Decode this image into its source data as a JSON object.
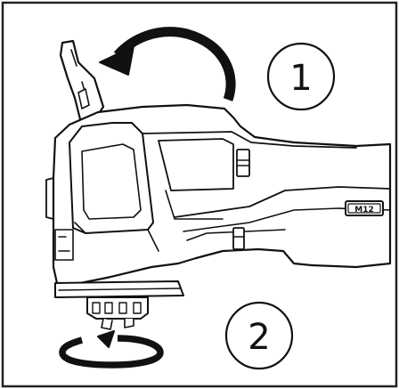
{
  "steps": [
    {
      "number": "1",
      "action": "rotate-lever-up"
    },
    {
      "number": "2",
      "action": "rotate-collar"
    }
  ],
  "tool": {
    "badge": "M12"
  },
  "colors": {
    "stroke": "#111111",
    "fill": "#ffffff",
    "frame": "#222222"
  },
  "icons": [
    "curved-arrow-icon",
    "circular-arrow-icon"
  ]
}
